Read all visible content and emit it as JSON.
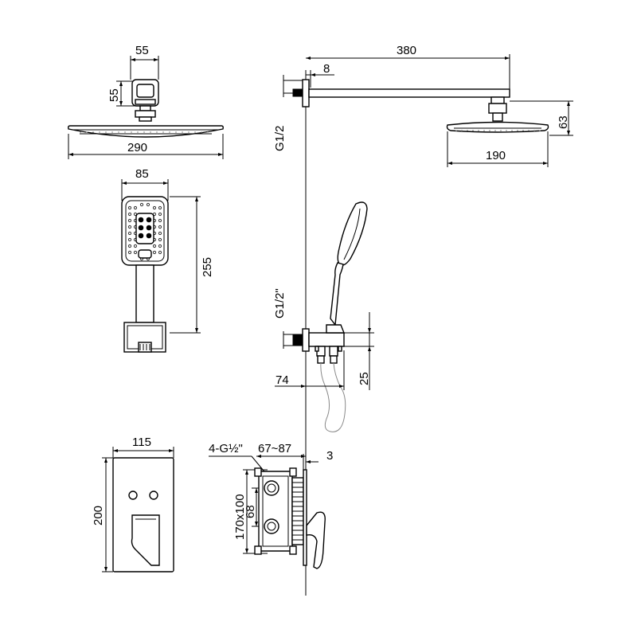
{
  "dimensions": {
    "head_top_width": "55",
    "head_top_height": "55",
    "head_diameter": "290",
    "arm_length": "380",
    "arm_wall_depth": "8",
    "arm_thread": "G1/2",
    "head_drop": "63",
    "head_side_width": "190",
    "handset_width": "85",
    "handset_height": "255",
    "outlet_thread": "G1/2\"",
    "outlet_height": "25",
    "outlet_depth": "74",
    "plate_width": "115",
    "plate_height": "200",
    "valve_connections": "4-G½\"",
    "wall_depth_range": "67~87",
    "plate_thickness": "3",
    "box_size": "170x100",
    "box_spacing": "68"
  }
}
